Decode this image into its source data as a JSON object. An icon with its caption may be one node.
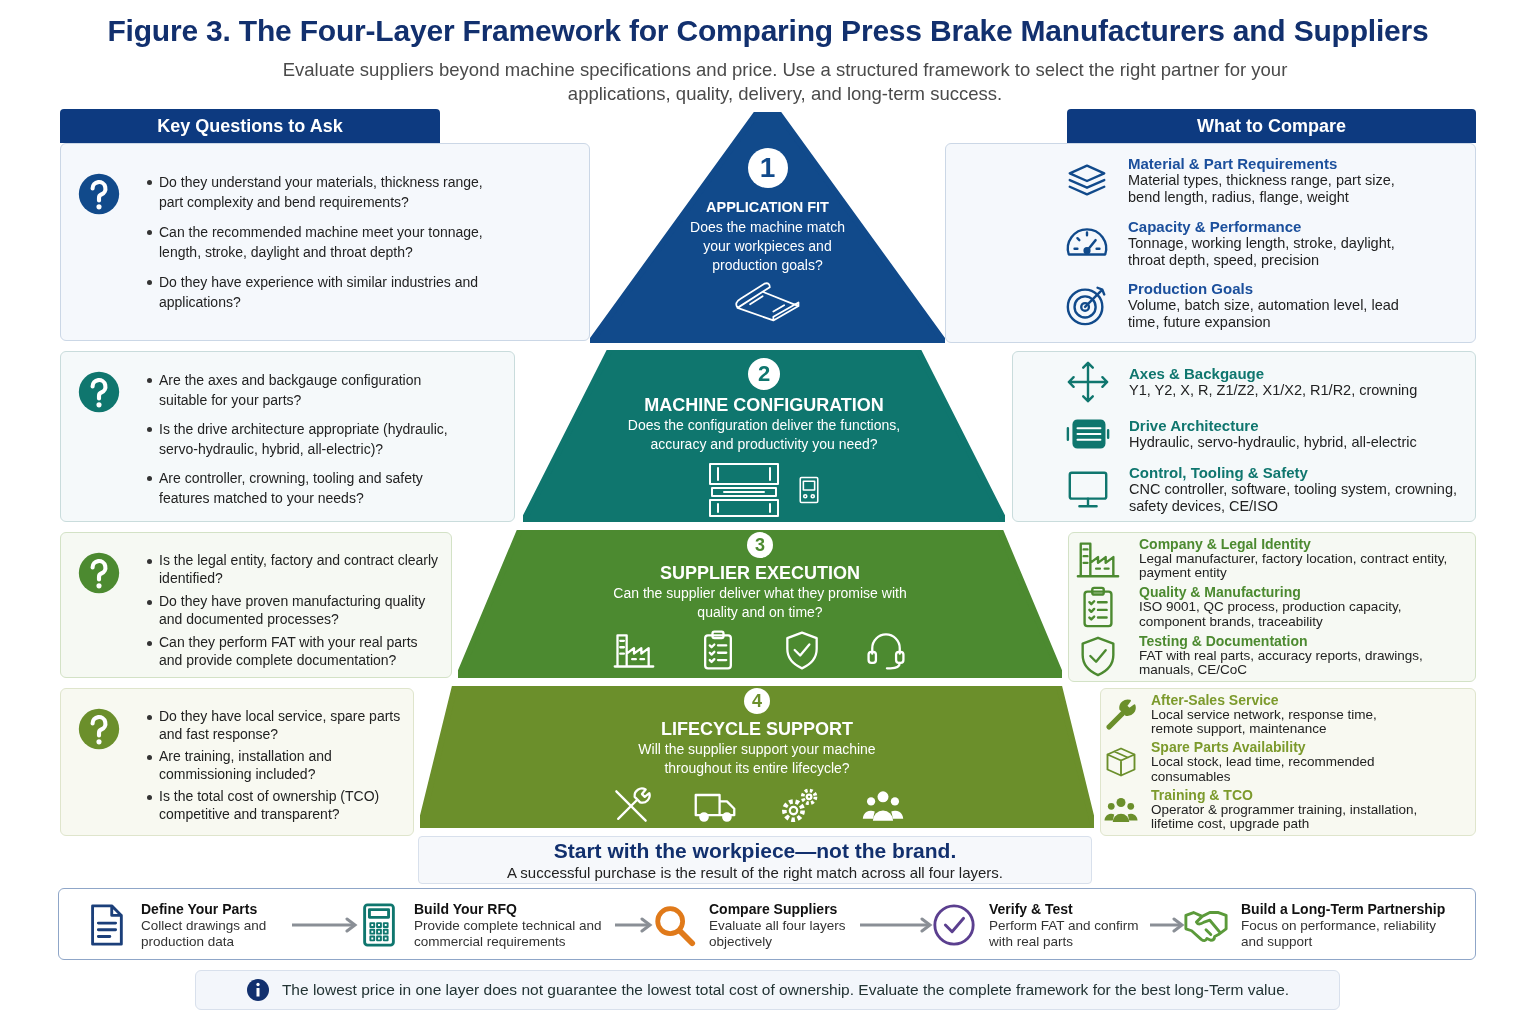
{
  "diagram": {
    "title": "Figure 3. The Four-Layer Framework for Comparing Press Brake Manufacturers and Suppliers",
    "nodes": [
      {
        "text": [
          "Key Questions to Ask"
        ]
      },
      {
        "text": [
          "What to Compare"
        ]
      },
      {
        "text": [
          "1",
          "APPLICATION FIT",
          "Does the machine match your workpieces and production goals?"
        ]
      },
      {
        "text": [
          "Do they understand your materials, thickness range, part complexity and bend requirements?",
          "Can the recommended machine meet your tonnage, length, stroke, daylight and throat depth?",
          "Do they have experience with similar industries and applications?"
        ]
      },
      {
        "text": [
          "Material & Part Requirements",
          "Material types, thickness range, part size, bend length, radius, flange, weight",
          "Capacity & Performance",
          "Tonnage, working length, stroke, daylight, throat depth, speed, precision",
          "Production Goals",
          "Volume, batch size, automation level, lead time, future expansion"
        ]
      },
      {
        "text": [
          "2",
          "MACHINE CONFIGURATION",
          "Does the configuration deliver the functions, accuracy and productivity you need?"
        ]
      },
      {
        "text": [
          "Are the axes and backgauge configuration suitable for your parts?",
          "Is the drive architecture appropriate (hydraulic, servo-hydraulic, hybrid, all-electric)?",
          "Are controller, crowning, tooling and safety features matched to your needs?"
        ]
      },
      {
        "text": [
          "Axes & Backgauge",
          "Y1, Y2, X, R, Z1/Z2, X1/X2, R1/R2, crowning",
          "Drive Architecture",
          "Hydraulic, servo-hydraulic, hybrid, all-electric",
          "Control, Tooling & Safety",
          "CNC controller, software, tooling system, crowning, safety devices, CE/ISO"
        ]
      },
      {
        "text": [
          "3",
          "SUPPLIER EXECUTION",
          "Can the supplier deliver what they promise with quality and on time?"
        ]
      },
      {
        "text": [
          "Is the legal entity, factory and contract clearly identified?",
          "Do they have proven manufacturing quality and documented processes?",
          "Can they perform FAT with your real parts and provide complete documentation?"
        ]
      },
      {
        "text": [
          "Company & Legal Identity",
          "Legal manufacturer, factory location, contract entity, payment entity",
          "Quality & Manufacturing",
          "ISO 9001, QC process, production capacity, component brands, traceability",
          "Testing & Documentation",
          "FAT with real parts, accuracy reports, drawings, manuals, CE/CoC"
        ]
      },
      {
        "text": [
          "4",
          "LIFECYCLE SUPPORT",
          "Will the supplier support your machine throughout its entire lifecycle?"
        ]
      },
      {
        "text": [
          "Do they have local service, spare parts and fast response?",
          "Are training, installation and commissioning included?",
          "Is the total cost of ownership (TCO) competitive and transparent?"
        ]
      },
      {
        "text": [
          "After-Sales Service",
          "Local service network, response time, remote support, maintenance",
          "Spare Parts Availability",
          "Local stock, lead time, recommended consumables",
          "Training & TCO",
          "Operator & programmer training, installation, lifetime cost, upgrade path"
        ]
      },
      {
        "text": [
          "Start with the workpiece—not the brand.",
          "A successful purchase is the result of the right match across all four layers."
        ]
      },
      {
        "text": [],
        "shape": "box"
      },
      {
        "text": [
          "Define Your Parts",
          "Collect drawings and production data"
        ],
        "in": 15
      },
      {
        "text": [
          "Build Your RFQ",
          "Provide complete technical and commercial requirements"
        ],
        "in": 15
      },
      {
        "text": [
          "Compare Suppliers",
          "Evaluate all four layers objectively"
        ],
        "in": 15
      },
      {
        "text": [
          "Verify & Test",
          "Perform FAT and confirm with real parts"
        ],
        "in": 15
      },
      {
        "text": [
          "Build a Long-Term Partnership",
          "Focus on performance, reliability and support"
        ],
        "in": 15
      },
      {
        "text": [
          "The lowest price in one layer does not guarantee the lowest total cost of ownership. Evaluate the complete framework for the best long-Term value."
        ]
      }
    ],
    "edges": [
      {
        "from": 16,
        "to": 17,
        "arrow": "to"
      },
      {
        "from": 17,
        "to": 18,
        "arrow": "to"
      },
      {
        "from": 18,
        "to": 19,
        "arrow": "to"
      },
      {
        "from": 19,
        "to": 20,
        "arrow": "to"
      }
    ],
    "labels": [
      "Evaluate suppliers beyond machine specifications and price. Use a structured framework to select the right partner for your applications, quality, delivery, and long-term success."
    ]
  }
}
